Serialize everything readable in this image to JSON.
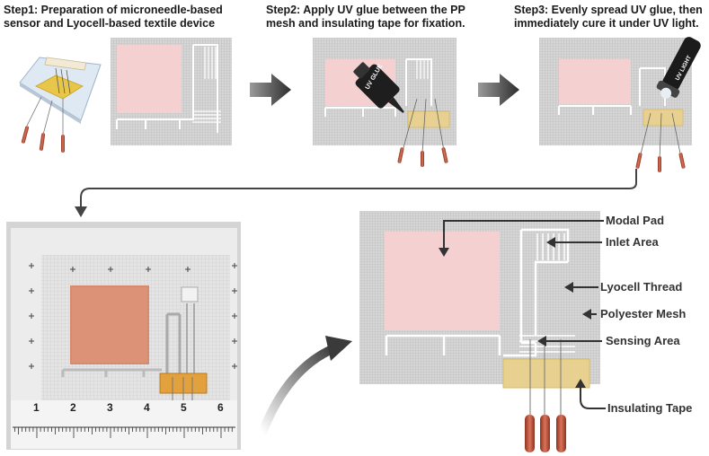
{
  "steps": [
    {
      "line1": "Step1: Preparation of microneedle-based",
      "line2": "sensor and Lyocell-based textile device"
    },
    {
      "line1": "Step2: Apply UV glue between the PP",
      "line2": "mesh and insulating tape for fixation."
    },
    {
      "line1": "Step3: Evenly spread UV glue, then",
      "line2": "immediately cure it under UV light."
    }
  ],
  "bottle_label": "UV GLUE",
  "flashlight_label": "UV LIGHT",
  "callouts": {
    "modal_pad": "Modal Pad",
    "inlet_area": "Inlet Area",
    "lyocell_thread": "Lyocell Thread",
    "polyester_mesh": "Polyester Mesh",
    "sensing_area": "Sensing Area",
    "insulating_tape": "Insulating Tape"
  },
  "ruler": {
    "numbers": [
      "1",
      "2",
      "3",
      "4",
      "5",
      "6"
    ]
  },
  "colors": {
    "mesh": "#c9c9c9",
    "pad": "#f5d0d0",
    "tape": "#e8d190",
    "needle": "#c0553a",
    "photo_pad": "#d88a6f",
    "arrow": "#3a3a3a"
  }
}
